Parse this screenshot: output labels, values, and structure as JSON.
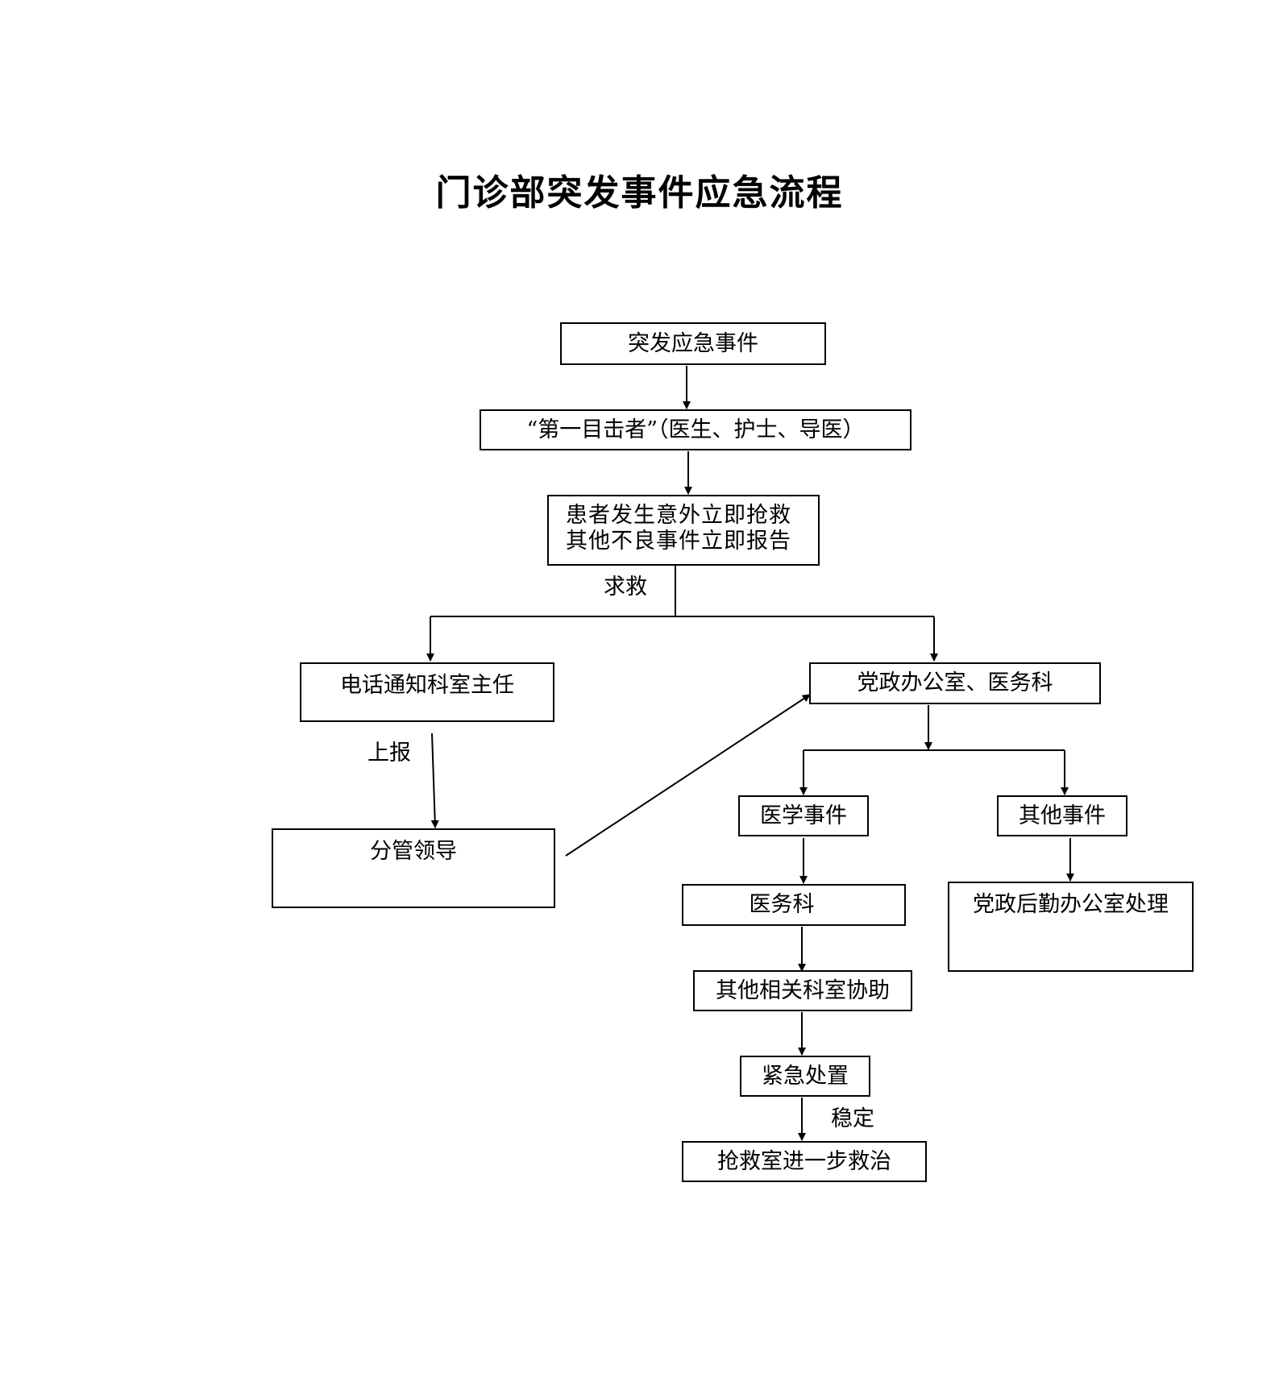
{
  "title": "门诊部突发事件应急流程",
  "nodes": {
    "emergency_event": "突发应急事件",
    "first_witness": "“第一目击者”（医生、护士、导医）",
    "rescue_report": [
      "患者发生意外立即抢救",
      "其他不良事件立即报告"
    ],
    "phone_director": "电话通知科室主任",
    "party_medical": "党政办公室、医务科",
    "supervising_leader": "分管领导",
    "medical_event": "医学事件",
    "other_event": "其他事件",
    "medical_affairs": "医务科",
    "party_logistics": "党政后勤办公室处理",
    "other_depts": "其他相关科室协助",
    "emergency_handling": "紧急处置",
    "rescue_room": "抢救室进一步救治"
  },
  "edge_labels": {
    "seek_help": "求救",
    "report_up": "上报",
    "stable": "稳定"
  }
}
